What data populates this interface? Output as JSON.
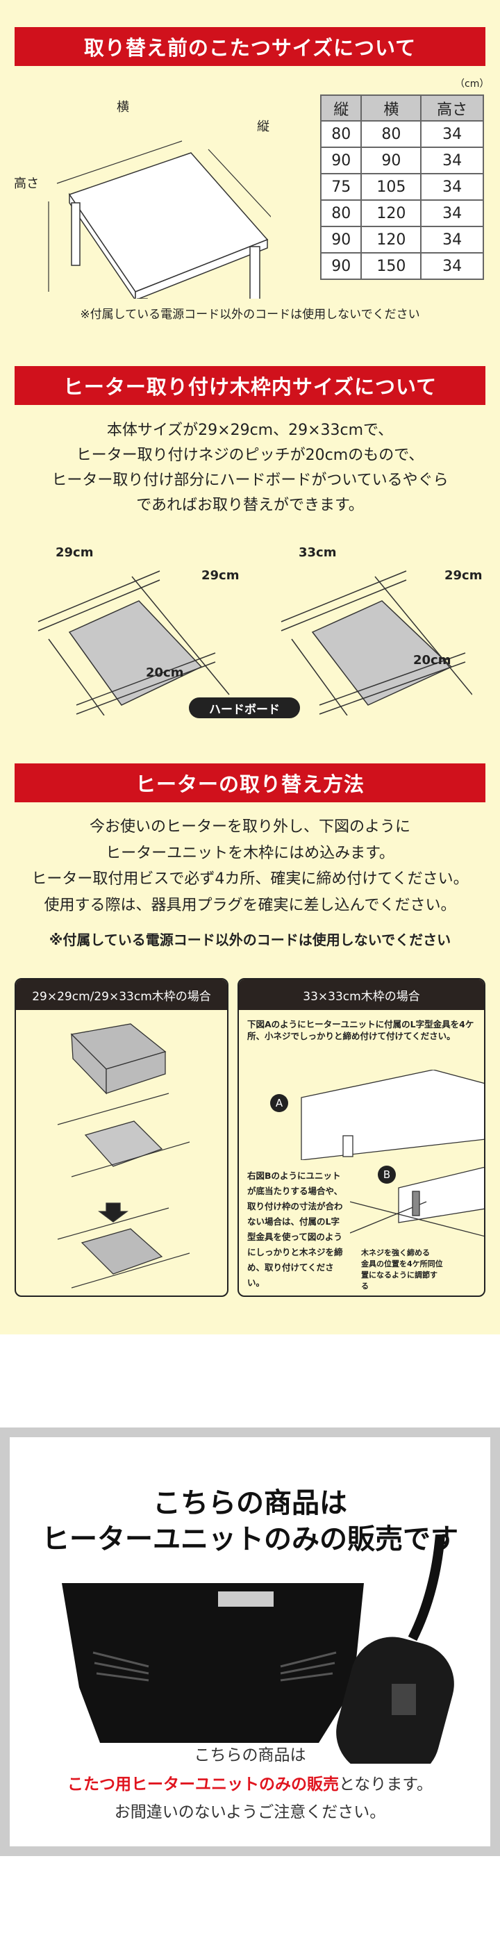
{
  "section1": {
    "title": "取り替え前のこたつサイズについて",
    "unit": "（cm）",
    "labels": {
      "width": "横",
      "depth": "縦",
      "height": "高さ"
    },
    "table": {
      "headers": [
        "縦",
        "横",
        "高さ"
      ],
      "rows": [
        [
          "80",
          "80",
          "34"
        ],
        [
          "90",
          "90",
          "34"
        ],
        [
          "75",
          "105",
          "34"
        ],
        [
          "80",
          "120",
          "34"
        ],
        [
          "90",
          "120",
          "34"
        ],
        [
          "90",
          "150",
          "34"
        ]
      ]
    },
    "note": "※付属している電源コード以外のコードは使用しないでください"
  },
  "section2": {
    "title": "ヒーター取り付け木枠内サイズについて",
    "lines": [
      "本体サイズが29×29cm、29×33cmで、",
      "ヒーター取り付けネジのピッチが20cmのもので、",
      "ヒーター取り付け部分にハードボードがついているやぐら",
      "であればお取り替えができます。"
    ],
    "diagram_left": {
      "top": "29cm",
      "side": "29cm",
      "pitch": "20cm"
    },
    "diagram_right": {
      "top": "33cm",
      "side": "29cm",
      "pitch": "20cm"
    },
    "hardboard": "ハードボード"
  },
  "section3": {
    "title": "ヒーターの取り替え方法",
    "lines": [
      "今お使いのヒーターを取り外し、下図のように",
      "ヒーターユニットを木枠にはめ込みます。",
      "ヒーター取付用ビスで必ず4カ所、確実に締め付けてください。",
      "使用する際は、器具用プラグを確実に差し込んでください。"
    ],
    "note": "※付属している電源コード以外のコードは使用しないでください",
    "panel_left": {
      "title": "29×29cm/29×33cm木枠の場合"
    },
    "panel_right": {
      "title": "33×33cm木枠の場合",
      "text_a": "下図Aのようにヒーターユニットに付属のL字型金具を4ケ所、小ネジでしっかりと締め付けて付けてください。",
      "label_a": "A",
      "label_b": "B",
      "text_b": "右図Bのようにユニットが底当たりする場合や、取り付け枠の寸法が合わない場合は、付属のL字型金具を使って図のようにしっかりと木ネジを締め、取り付けてください。",
      "callout1": "木ネジを強く締める",
      "callout2": "金具の位置を4ケ所同位置になるように調節する"
    }
  },
  "section4": {
    "title1": "こちらの商品は",
    "title2": "ヒーターユニットのみの販売です",
    "line1": "こちらの商品は",
    "line2_red": "こたつ用ヒーターユニットのみの販売",
    "line2_rest": "となります。",
    "line3": "お間違いのないようご注意ください。"
  },
  "colors": {
    "banner": "#d0111c",
    "background": "#fdf9cf",
    "accent_red": "#e0141e"
  }
}
